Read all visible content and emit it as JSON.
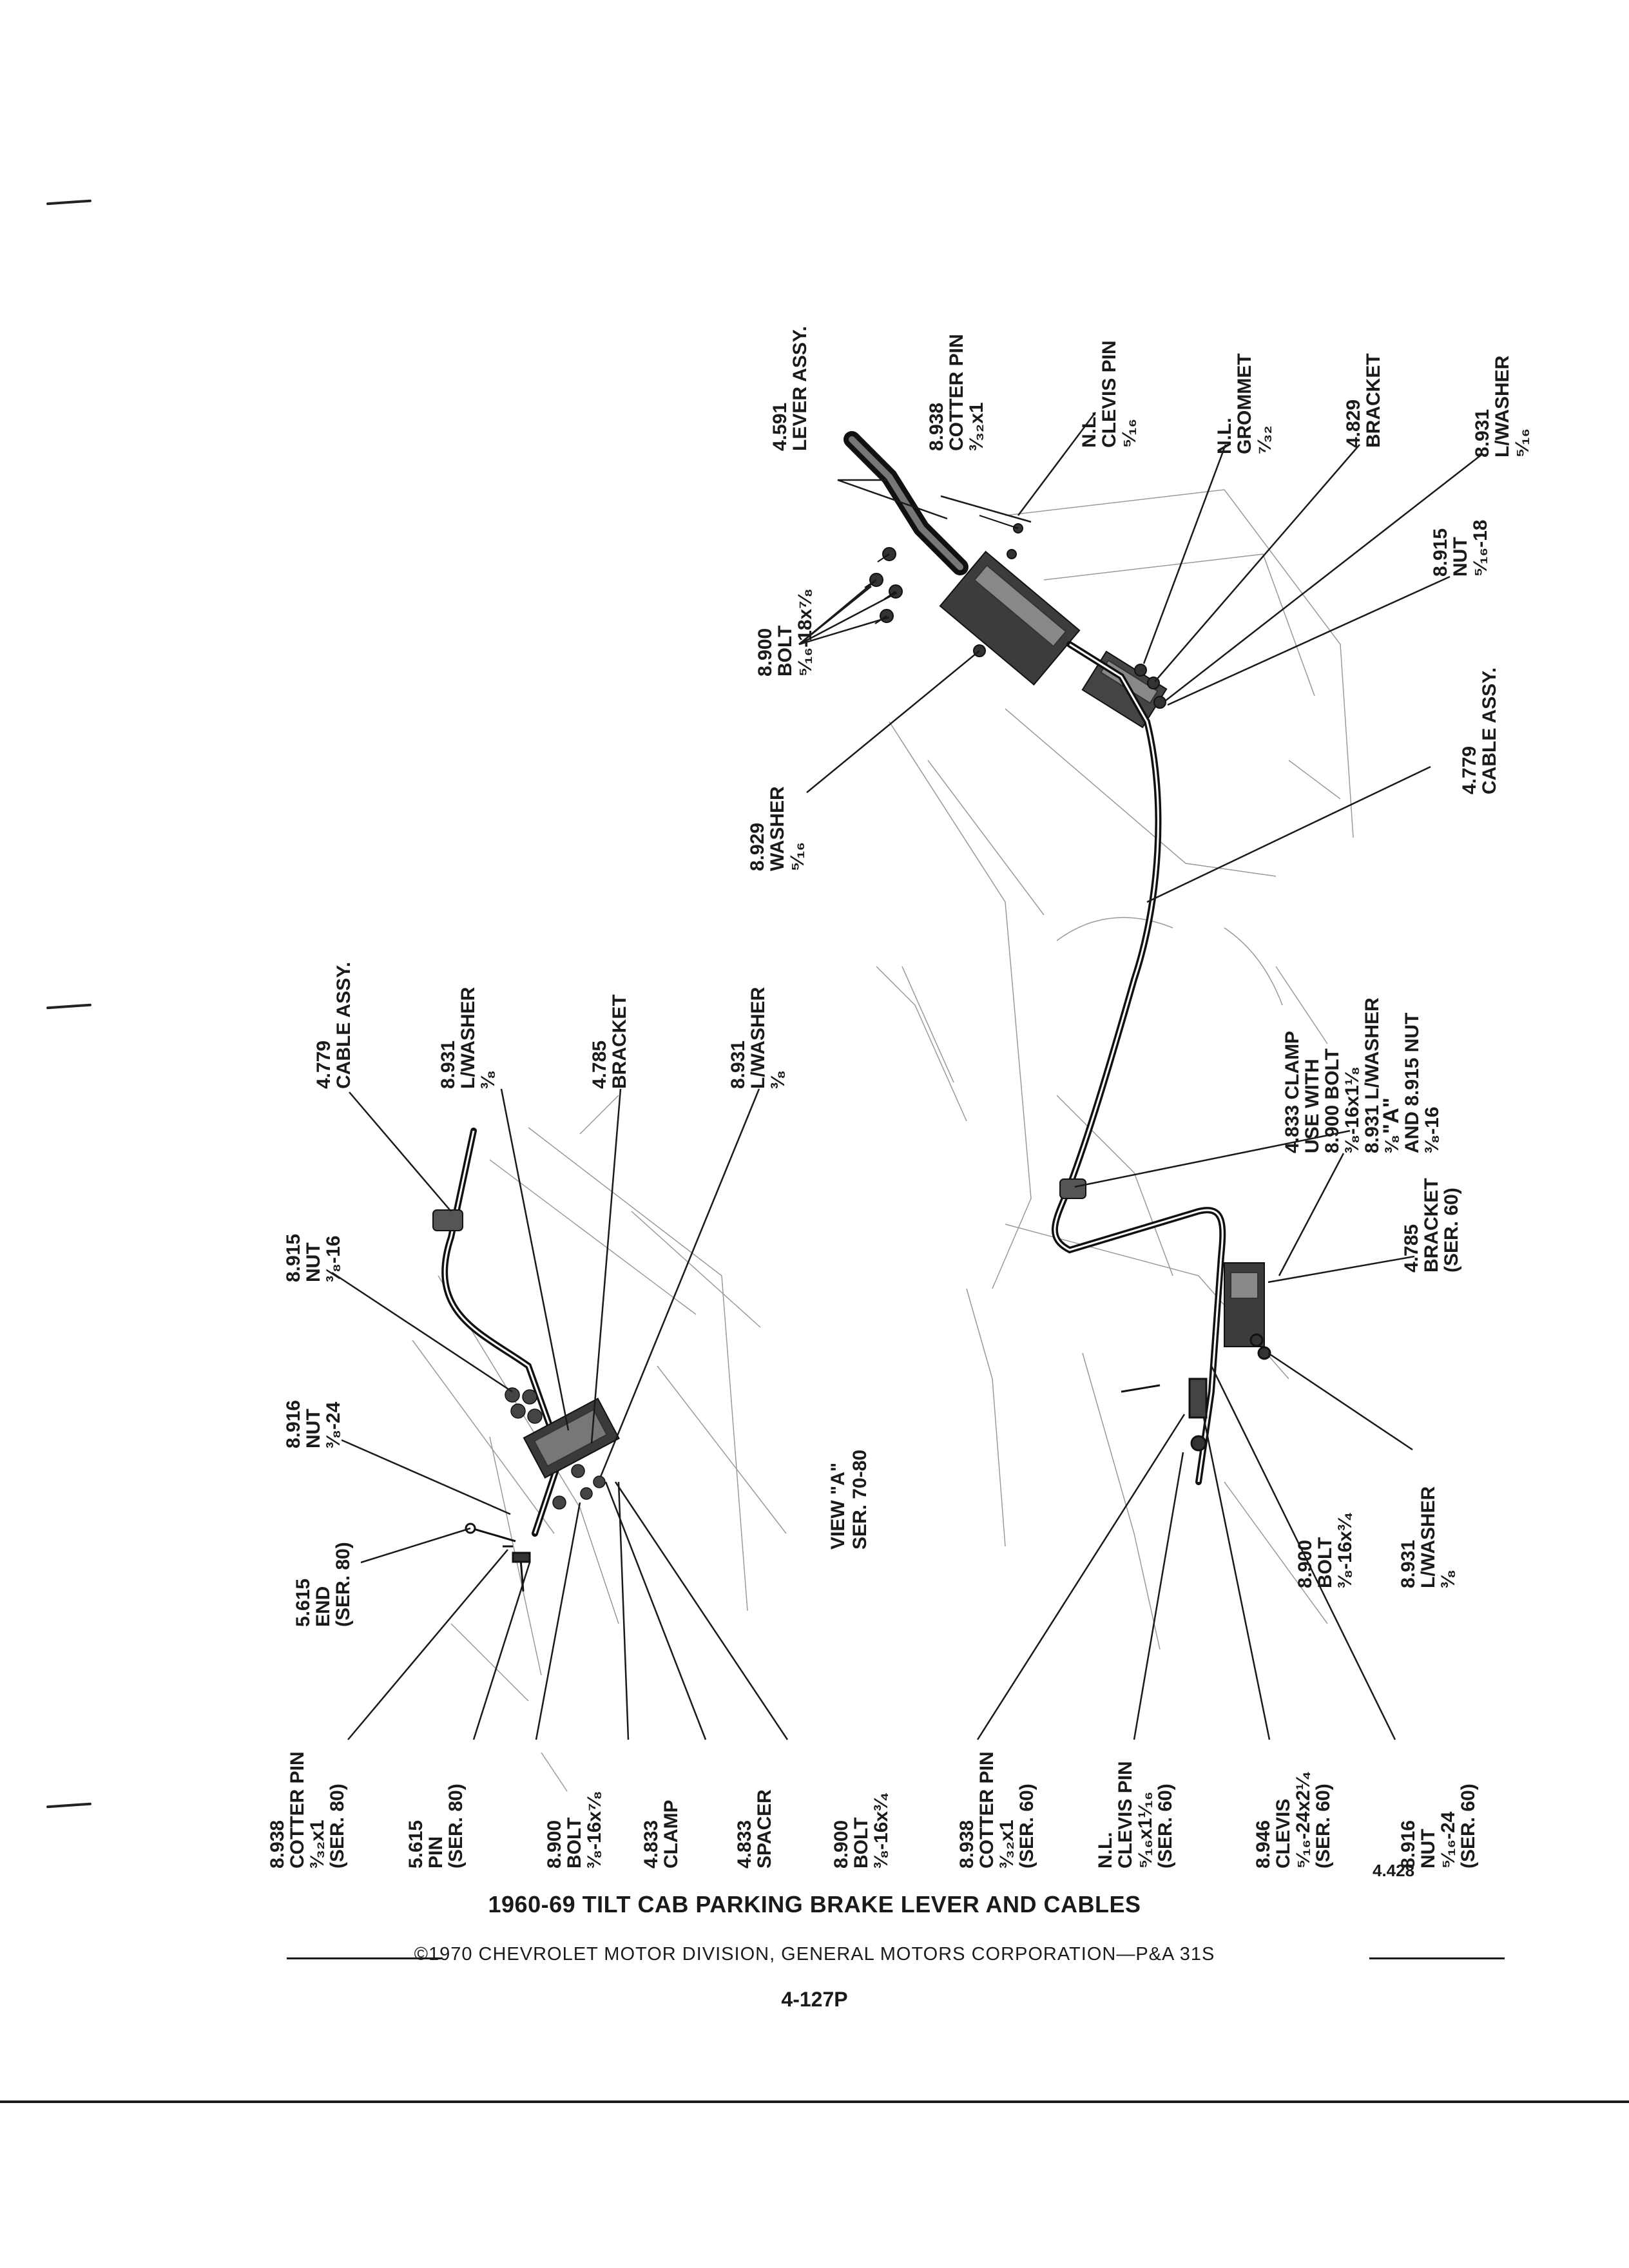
{
  "figure": {
    "title": "1960-69 TILT CAB PARKING BRAKE LEVER AND CABLES",
    "copyright": "©1970 CHEVROLET MOTOR DIVISION, GENERAL MOTORS CORPORATION—P&A 31S",
    "page": "4-127P",
    "figure_number": "4.428"
  },
  "view_label": [
    "VIEW \"A\"",
    "SER. 70-80"
  ],
  "view_marker": "\"A\"",
  "callouts_left": [
    {
      "id": "L1",
      "lines": [
        "8.938",
        "COTTER PIN",
        "³⁄₃₂x1",
        "(SER. 80)"
      ]
    },
    {
      "id": "L2",
      "lines": [
        "5.615",
        "PIN",
        "(SER. 80)"
      ]
    },
    {
      "id": "L3",
      "lines": [
        "8.900",
        "BOLT",
        "³⁄₈-16x⁷⁄₈"
      ]
    },
    {
      "id": "L4",
      "lines": [
        "4.833",
        "CLAMP"
      ]
    },
    {
      "id": "L5",
      "lines": [
        "4.833",
        "SPACER"
      ]
    },
    {
      "id": "L6",
      "lines": [
        "5.615",
        "END",
        "(SER. 80)"
      ]
    },
    {
      "id": "L7",
      "lines": [
        "8.916",
        "NUT",
        "³⁄₈-24"
      ]
    },
    {
      "id": "L8",
      "lines": [
        "8.915",
        "NUT",
        "³⁄₈-16"
      ]
    },
    {
      "id": "L9",
      "lines": [
        "4.779",
        "CABLE ASSY."
      ]
    },
    {
      "id": "L10",
      "lines": [
        "8.931",
        "L/WASHER",
        "³⁄₈"
      ]
    },
    {
      "id": "L11",
      "lines": [
        "4.785",
        "BRACKET"
      ]
    },
    {
      "id": "L12",
      "lines": [
        "8.931",
        "L/WASHER",
        "³⁄₈"
      ]
    }
  ],
  "callouts_right": [
    {
      "id": "R1",
      "lines": [
        "8.900",
        "BOLT",
        "³⁄₈-16x³⁄₄"
      ]
    },
    {
      "id": "R2",
      "lines": [
        "8.938",
        "COTTER PIN",
        "³⁄₃₂x1",
        "(SER. 60)"
      ]
    },
    {
      "id": "R3",
      "lines": [
        "N.L.",
        "CLEVIS PIN",
        "⁵⁄₁₆x1¹⁄₁₆",
        "(SER. 60)"
      ]
    },
    {
      "id": "R4",
      "lines": [
        "8.946",
        "CLEVIS",
        "⁵⁄₁₆-24x2¹⁄₄",
        "(SER. 60)"
      ]
    },
    {
      "id": "R5",
      "lines": [
        "8.916",
        "NUT",
        "⁵⁄₁₆-24",
        "(SER. 60)"
      ]
    },
    {
      "id": "R6",
      "lines": [
        "8.900",
        "BOLT",
        "³⁄₈-16x³⁄₄"
      ]
    },
    {
      "id": "R7",
      "lines": [
        "8.931",
        "L/WASHER",
        "³⁄₈"
      ]
    },
    {
      "id": "R8",
      "lines": [
        "4.785",
        "BRACKET",
        "(SER. 60)"
      ]
    },
    {
      "id": "R9",
      "lines": [
        "4.833 CLAMP",
        "USE WITH",
        "8.900 BOLT",
        "³⁄₈-16x1¹⁄₈",
        "8.931 L/WASHER",
        "³⁄₈",
        "AND 8.915 NUT",
        "³⁄₈-16"
      ]
    },
    {
      "id": "R10",
      "lines": [
        "8.929",
        "WASHER",
        "⁵⁄₁₆"
      ]
    },
    {
      "id": "R11",
      "lines": [
        "4.779",
        "CABLE ASSY."
      ]
    },
    {
      "id": "R12",
      "lines": [
        "8.900",
        "BOLT",
        "⁵⁄₁₆-18x⁷⁄₈"
      ]
    },
    {
      "id": "R13",
      "lines": [
        "8.915",
        "NUT",
        "⁵⁄₁₆-18"
      ]
    },
    {
      "id": "R14",
      "lines": [
        "4.591",
        "LEVER ASSY."
      ]
    },
    {
      "id": "R15",
      "lines": [
        "8.938",
        "COTTER PIN",
        "³⁄₃₂x1"
      ]
    },
    {
      "id": "R16",
      "lines": [
        "N.L.",
        "CLEVIS PIN",
        "⁵⁄₁₆"
      ]
    },
    {
      "id": "R17",
      "lines": [
        "N.L.",
        "GROMMET",
        "⁷⁄₃₂"
      ]
    },
    {
      "id": "R18",
      "lines": [
        "4.829",
        "BRACKET"
      ]
    },
    {
      "id": "R19",
      "lines": [
        "8.931",
        "L/WASHER",
        "⁵⁄₁₆"
      ]
    }
  ]
}
